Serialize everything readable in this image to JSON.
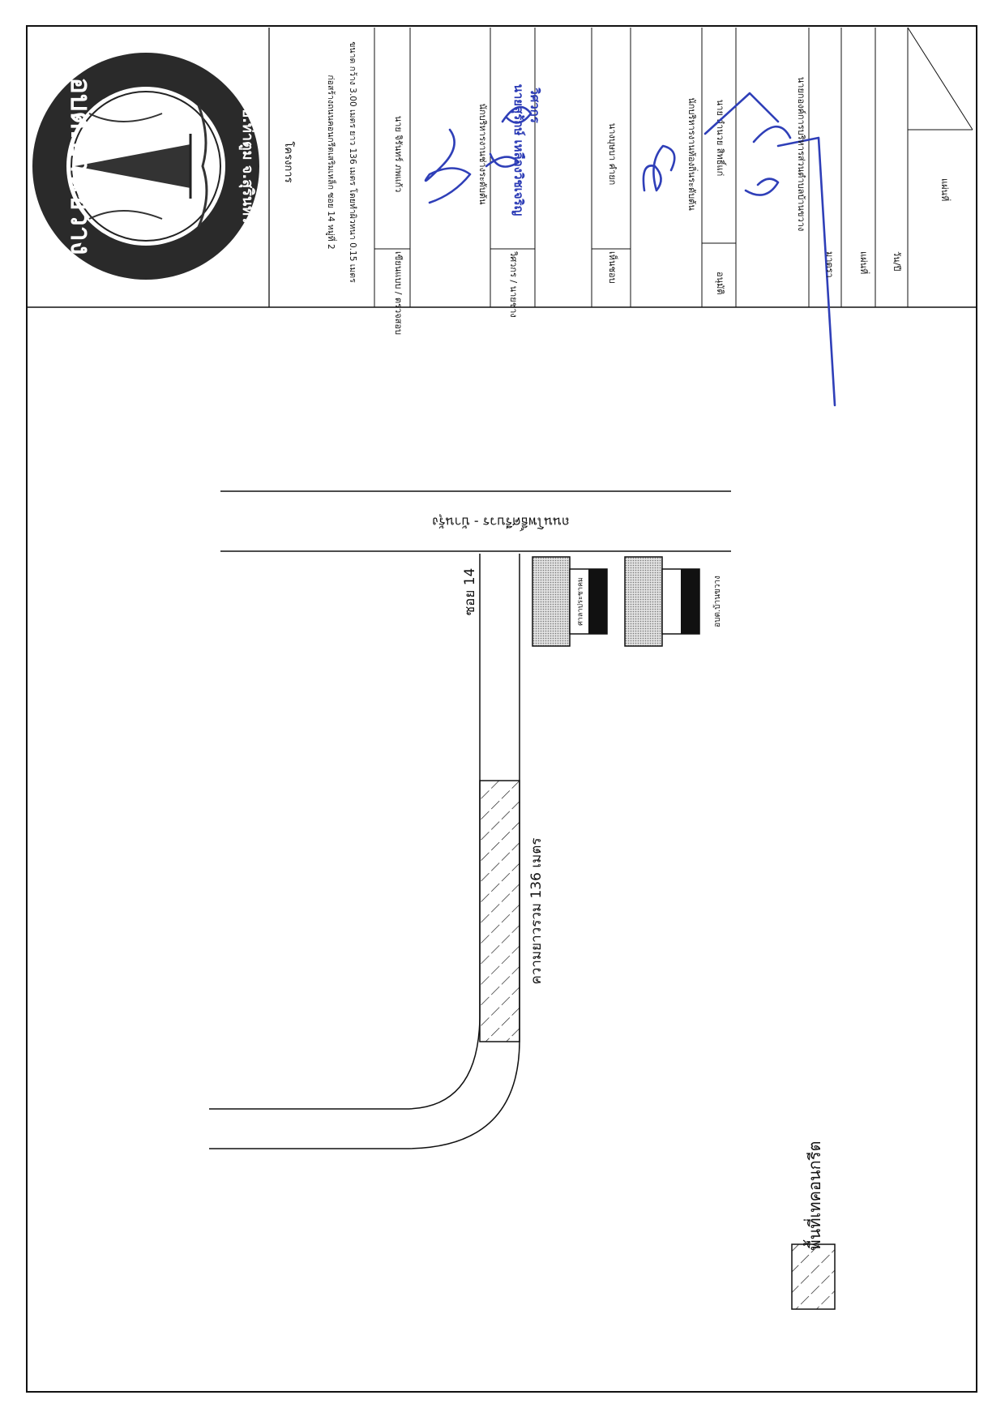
{
  "title_block": {
    "seal_text_top": "อบต.บ้านขวาง",
    "seal_text_bottom": "อ.ท่าตูม จ.สุรินทร์",
    "project_label": "โครงการ",
    "project_line1": "ก่อสร้างถนนคอนกรีตเสริมเหล็ก ซอย 14 หมู่ที่ 2",
    "project_line2": "ขนาด กว้าง 3.00 เมตร ยาว 136 เมตร โดยทำผิวหนา 0.15 เมตร",
    "designer_label": "เขียนแบบ / ตรวจสอบ",
    "designer_name": "นาย จิรันทร์ ภพแก้ว",
    "designer_position": "นักบริหารงานช่างระดับต้น",
    "engineer_label": "วิศวกร / นายช่าง",
    "engineer_name": "นายสุรักษ์ เหลืองวิชเจริญ",
    "engineer_title": "วิศวกร",
    "approver_label": "เห็นชอบ",
    "approver_name": "นางบุษบา คำยก",
    "approver_position": "นักบริหารงานท้องถิ่นระดับต้น",
    "authorize_label": "อนุมัติ",
    "authorize_name": "นาย อำนวย สิทธิ์แก่",
    "authorize_position": "นายกองค์การบริหารส่วนตำบลบ้านขวาง",
    "scale_label": "มาตรา",
    "sheet_label": "แผ่นที่",
    "date_label": "วัน/ปี",
    "page_label": "แผ่นที่"
  },
  "map": {
    "main_road_label": "ถนนโพธิ์ศรีบวร - บ้านรุ้ง",
    "soi_label": "ซอย 14",
    "building_1_label": "ศาลาประชาคม",
    "building_2_label": "อบต.บ้านขวาง",
    "length_label": "ความยาวรวม 136 เมตร"
  },
  "legend": {
    "label": "พื้นที่เทคอนกรีต"
  },
  "colors": {
    "ink": "#111111",
    "signature": "#2f3fb8",
    "building_fill": "#c7c7c7"
  }
}
